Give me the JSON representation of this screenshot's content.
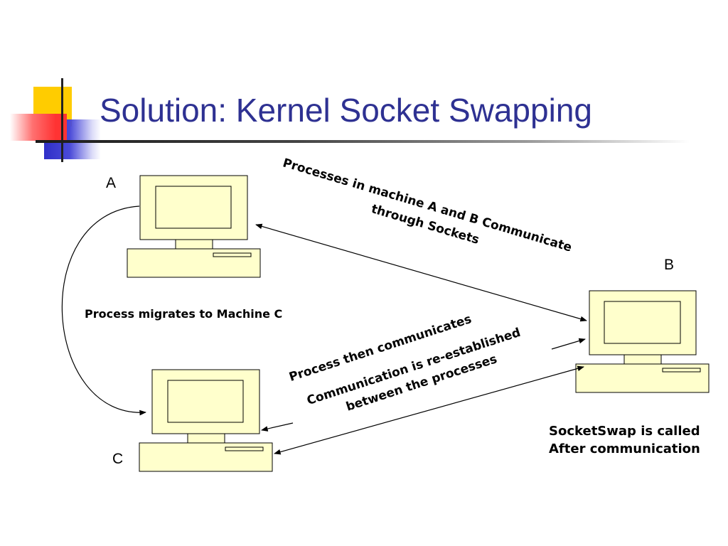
{
  "slide": {
    "title": "Solution: Kernel Socket Swapping"
  },
  "machines": {
    "a": "A",
    "b": "B",
    "c": "C"
  },
  "labels": {
    "communicate_line1": "Processes in machine A and B Communicate",
    "communicate_line2": "through Sockets",
    "migrate": "Process migrates to Machine C",
    "then_communicates": "Process then communicates",
    "reestablished_line1": "Communication is re-established",
    "reestablished_line2": "between the processes",
    "socketswap_line1": "SocketSwap is called",
    "socketswap_line2": "After communication"
  },
  "colors": {
    "title": "#2e3192",
    "computer_fill": "#ffffcc",
    "deco_yellow": "#ffcc00",
    "deco_red": "#ff3333",
    "deco_blue": "#3333cc"
  }
}
